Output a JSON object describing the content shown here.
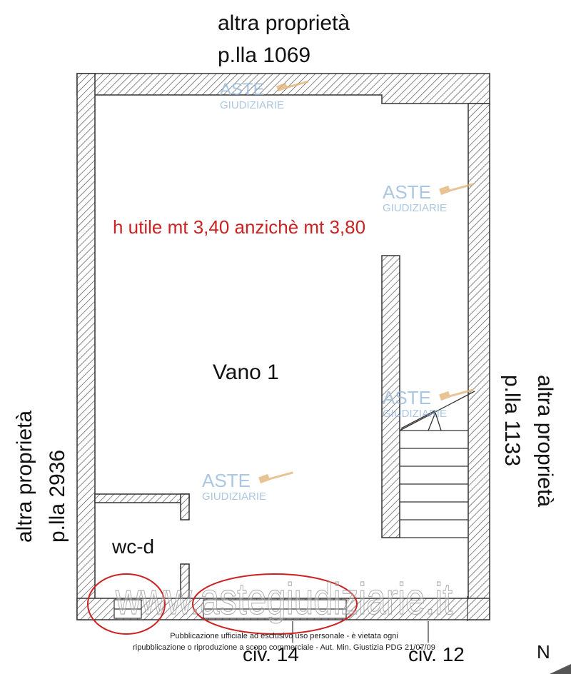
{
  "labels": {
    "top_owner": "altra proprietà",
    "top_parcel": "p.lla 1069",
    "left_owner": "altra proprietà",
    "left_parcel": "p.lla 2936",
    "right_owner": "altra proprietà",
    "right_parcel": "p.lla 1133",
    "room": "Vano 1",
    "wc": "wc-d",
    "height_note": "h utile mt 3,40 anzichè mt 3,80",
    "civ_14": "civ. 14",
    "civ_12": "civ. 12",
    "north": "N"
  },
  "watermark": {
    "aste": "ASTE",
    "giudiziarie": "GIUDIZIARIE",
    "site": "www.astegiudiziarie.it",
    "publication_line1": "Pubblicazione ufficiale ad esclusivo uso personale - è vietata ogni",
    "publication_line2": "ripubblicazione o riproduzione a scopo commerciale - Aut. Min. Giustizia PDG 21/07/09"
  },
  "colors": {
    "wall": "#333333",
    "note_red": "#cc2222",
    "ellipse_red": "#cc2222",
    "watermark_blue": "#8fb4d8",
    "watermark_gold": "#e0b070"
  }
}
